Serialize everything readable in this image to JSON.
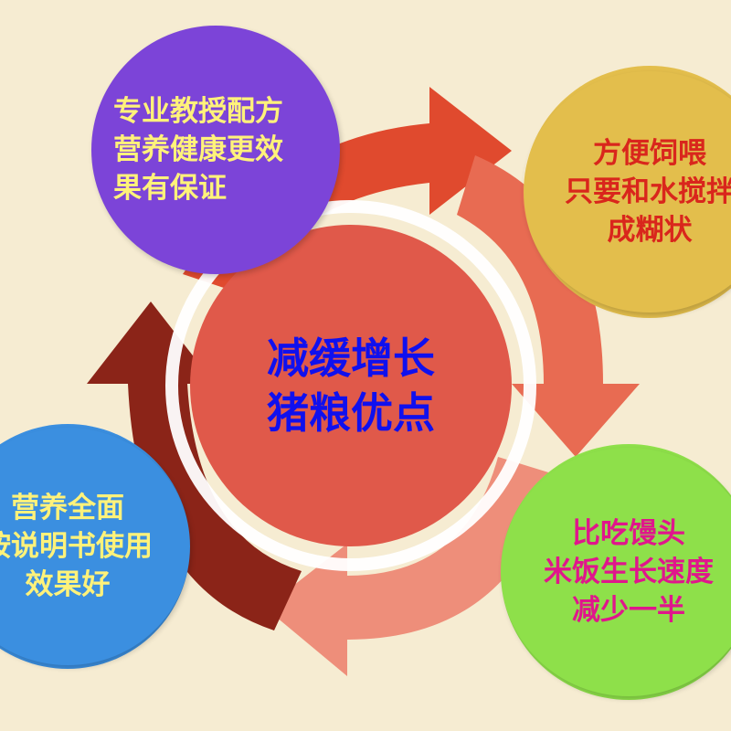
{
  "colors": {
    "background": "#f6ecd2",
    "center_fill": "#e0594a",
    "purple": "#7c44d8",
    "yellow": "#e3be4c",
    "blue": "#3b8fe0",
    "green": "#8ee04a",
    "arrow_red": "#e04a2e",
    "arrow_dark": "#8b2418",
    "arrow_salmon": "#ee8e7a"
  },
  "center": {
    "lines": [
      "减缓增长",
      "猪粮优点"
    ]
  },
  "top_left": {
    "lines": [
      "专业教授配方",
      "营养健康更效",
      "果有保证"
    ]
  },
  "top_right": {
    "lines": [
      "方便饲喂",
      "只要和水搅拌",
      "成糊状"
    ]
  },
  "bottom_left": {
    "lines": [
      "营养全面",
      "按说明书使用",
      "效果好"
    ]
  },
  "bottom_right": {
    "lines": [
      "比吃馒头",
      "米饭生长速度",
      "减少一半"
    ]
  }
}
